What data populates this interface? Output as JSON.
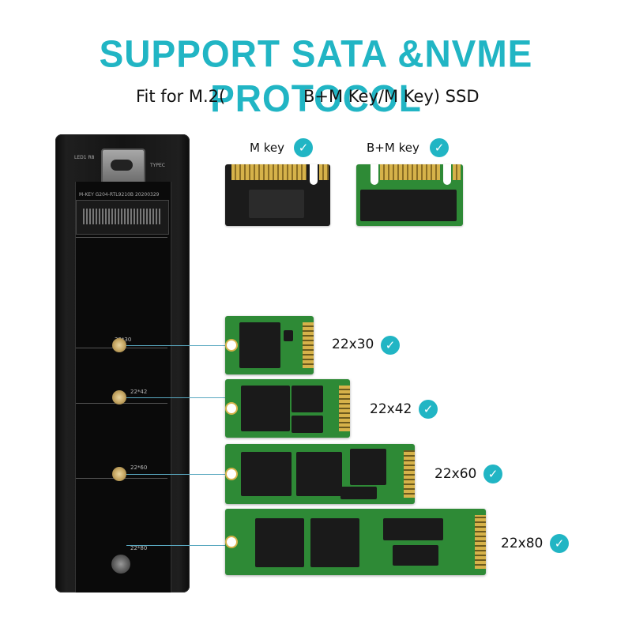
{
  "header": {
    "title": "SUPPORT SATA &NVME PROTOCOL",
    "subtitle_part1": "Fit for M.2(",
    "subtitle_part2": "B+M Key/M Key) SSD"
  },
  "enclosure": {
    "port_label": "TYPEC",
    "led_label": "LED1  R8",
    "chip_label": "M-KEY G204-RTL9210B  20200329",
    "slot_labels": [
      "22*30",
      "22*42",
      "22*60",
      "22*80"
    ]
  },
  "keys": [
    {
      "label": "M key"
    },
    {
      "label": "B+M key"
    }
  ],
  "sizes": [
    {
      "label": "22x30"
    },
    {
      "label": "22x42"
    },
    {
      "label": "22x60"
    },
    {
      "label": "22x80"
    }
  ],
  "icons": {
    "check": "check-circle-icon"
  },
  "colors": {
    "accent": "#21b5c4",
    "pcb_green": "#2e8a36",
    "pcb_black": "#1b1b1b",
    "gold": "#d6b24a"
  }
}
